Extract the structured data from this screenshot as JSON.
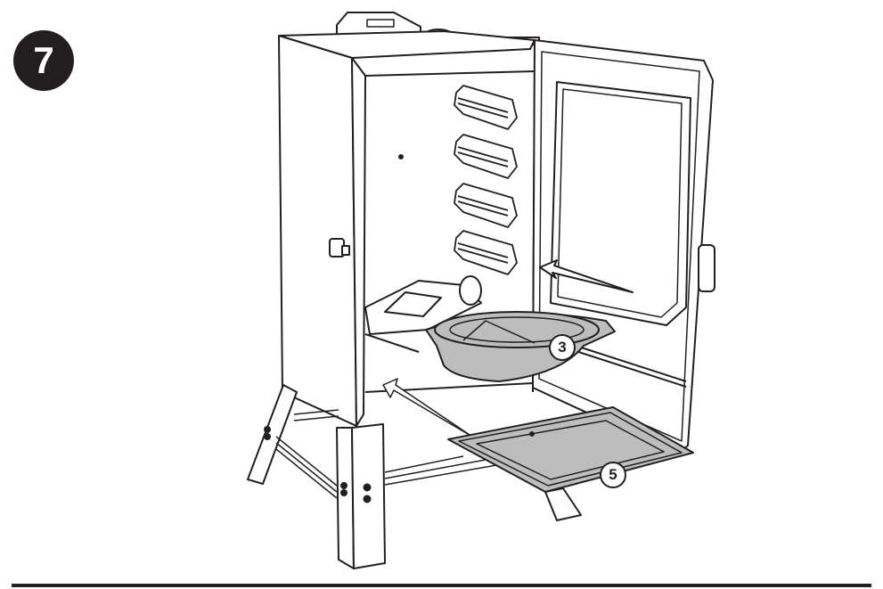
{
  "step": {
    "number": "7"
  },
  "illustration": {
    "subject": "vertical electric smoker with door open",
    "parts": [
      {
        "callout": "3",
        "name": "water bowl"
      },
      {
        "callout": "5",
        "name": "drip tray"
      }
    ],
    "rack_supports_count": 4,
    "colors": {
      "line": "#231f20",
      "part_fill": "#bdbdbd",
      "background": "#ffffff"
    }
  }
}
